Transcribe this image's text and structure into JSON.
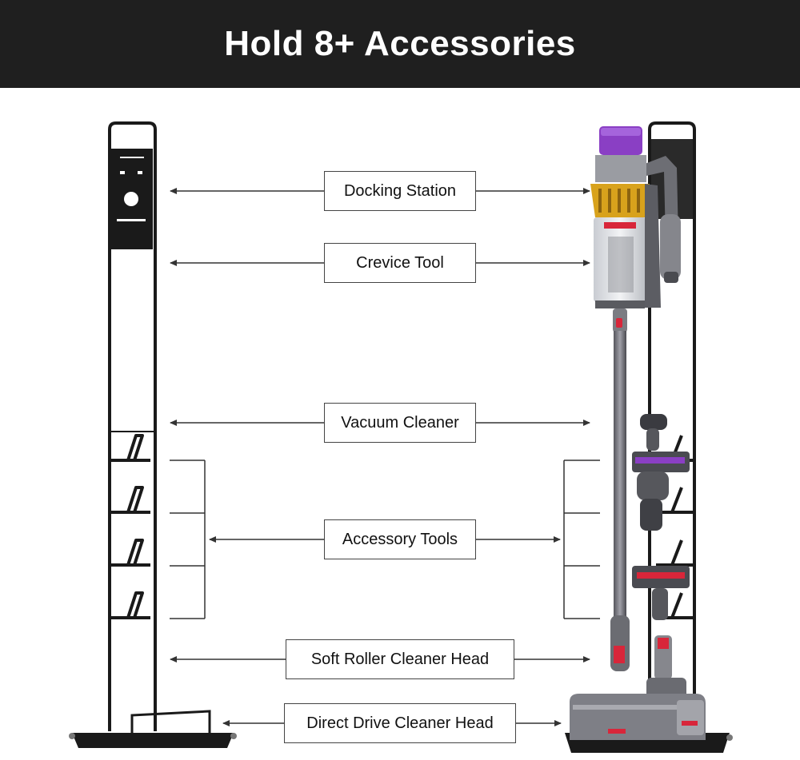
{
  "header": {
    "title": "Hold 8+ Accessories"
  },
  "labels": {
    "docking_station": "Docking Station",
    "crevice_tool": "Crevice Tool",
    "vacuum_cleaner": "Vacuum Cleaner",
    "accessory_tools": "Accessory Tools",
    "soft_roller_head": "Soft Roller Cleaner Head",
    "direct_drive_head": "Direct Drive Cleaner Head"
  },
  "colors": {
    "banner_bg": "#1f1f1f",
    "banner_text": "#ffffff",
    "frame": "#1a1a1a",
    "vacuum_body": "#7a7a80",
    "vacuum_gold": "#d8a21c",
    "bin_purple": "#8a3fc4",
    "accent_red": "#d8263a"
  },
  "icons": [
    "left-stand-illustration",
    "vacuum-stand-illustration",
    "arrow-icon"
  ]
}
